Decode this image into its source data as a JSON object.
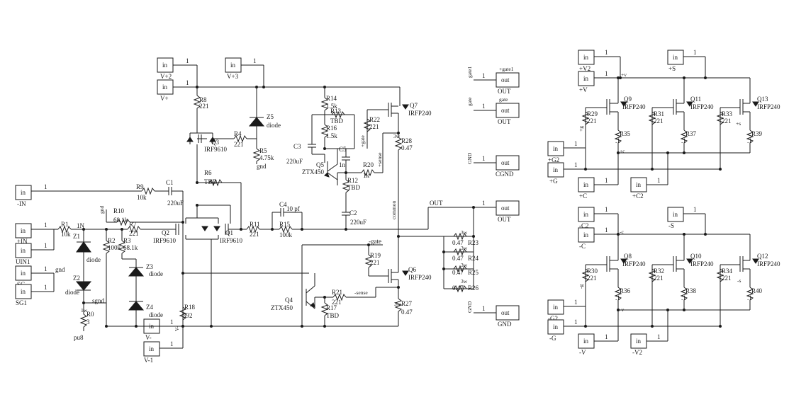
{
  "ports": [
    {
      "id": "p-vplus2",
      "inner": "in",
      "pin": "1",
      "label": "V+2"
    },
    {
      "id": "p-vplus",
      "inner": "in",
      "pin": "1",
      "label": "V+"
    },
    {
      "id": "p-vplus3",
      "inner": "in",
      "pin": "1",
      "label": "V+3"
    },
    {
      "id": "p-minus-in",
      "inner": "in",
      "pin": "1",
      "label": "-IN"
    },
    {
      "id": "p-plus-in",
      "inner": "in",
      "pin": "1",
      "label": "+IN"
    },
    {
      "id": "p-uin1",
      "inner": "in",
      "pin": "1",
      "label": "UIN1"
    },
    {
      "id": "p-sg",
      "inner": "in",
      "pin": "1",
      "label": "SG"
    },
    {
      "id": "p-sg1",
      "inner": "in",
      "pin": "1",
      "label": "SG1"
    },
    {
      "id": "p-vminus",
      "inner": "in",
      "pin": "1",
      "label": "V-"
    },
    {
      "id": "p-vminus1",
      "inner": "in",
      "pin": "1",
      "label": "V-1"
    },
    {
      "id": "p-gate1",
      "inner": "out",
      "pin": "1",
      "label": "OUT"
    },
    {
      "id": "p-gate",
      "inner": "out",
      "pin": "1",
      "label": "OUT"
    },
    {
      "id": "p-cgnd",
      "inner": "out",
      "pin": "1",
      "label": "CGND"
    },
    {
      "id": "p-out",
      "inner": "out",
      "pin": "1",
      "label": "OUT"
    },
    {
      "id": "p-gnd",
      "inner": "out",
      "pin": "1",
      "label": "GND"
    },
    {
      "id": "p-r-v2",
      "inner": "in",
      "pin": "1",
      "label": "+V2"
    },
    {
      "id": "p-r-v",
      "inner": "in",
      "pin": "1",
      "label": "+V"
    },
    {
      "id": "p-r-s",
      "inner": "in",
      "pin": "1",
      "label": "+S"
    },
    {
      "id": "p-r-g2",
      "inner": "in",
      "pin": "1",
      "label": "+G2"
    },
    {
      "id": "p-r-g",
      "inner": "in",
      "pin": "1",
      "label": "+G"
    },
    {
      "id": "p-r-c",
      "inner": "in",
      "pin": "1",
      "label": "+C"
    },
    {
      "id": "p-r-c2",
      "inner": "in",
      "pin": "1",
      "label": "+C2"
    },
    {
      "id": "p-r-mc2",
      "inner": "in",
      "pin": "1",
      "label": "-C2"
    },
    {
      "id": "p-r-mc",
      "inner": "in",
      "pin": "1",
      "label": "-C"
    },
    {
      "id": "p-r-ms",
      "inner": "in",
      "pin": "1",
      "label": "-S"
    },
    {
      "id": "p-r-mg2",
      "inner": "in",
      "pin": "1",
      "label": "-G2"
    },
    {
      "id": "p-r-mg",
      "inner": "in",
      "pin": "1",
      "label": "-G"
    },
    {
      "id": "p-r-mv",
      "inner": "in",
      "pin": "1",
      "label": "-V"
    },
    {
      "id": "p-r-mv2",
      "inner": "in",
      "pin": "1",
      "label": "-V2"
    }
  ],
  "labels": [
    {
      "id": "l-r8",
      "text": "R8"
    },
    {
      "id": "l-r8v",
      "text": "221"
    },
    {
      "id": "l-q3",
      "text": "Q3"
    },
    {
      "id": "l-q3t",
      "text": "IRF9610"
    },
    {
      "id": "l-r4",
      "text": "R4"
    },
    {
      "id": "l-r4v",
      "text": "221"
    },
    {
      "id": "l-z5",
      "text": "Z5"
    },
    {
      "id": "l-z5t",
      "text": "diode"
    },
    {
      "id": "l-r5",
      "text": "R5"
    },
    {
      "id": "l-r5v",
      "text": "4.75k"
    },
    {
      "id": "l-gnd1",
      "text": "gnd"
    },
    {
      "id": "l-r6",
      "text": "R6"
    },
    {
      "id": "l-r6v",
      "text": "TBD"
    },
    {
      "id": "l-r9",
      "text": "R9"
    },
    {
      "id": "l-r9v",
      "text": "10k"
    },
    {
      "id": "l-c1",
      "text": "C1"
    },
    {
      "id": "l-c1v",
      "text": "220uF"
    },
    {
      "id": "l-gnd2",
      "text": "gnd"
    },
    {
      "id": "l-r10",
      "text": "R10"
    },
    {
      "id": "l-r10v",
      "text": "68.1k"
    },
    {
      "id": "l-r1",
      "text": "R1"
    },
    {
      "id": "l-r1v",
      "text": "10k"
    },
    {
      "id": "l-1n",
      "text": "1N"
    },
    {
      "id": "l-r7",
      "text": "R7"
    },
    {
      "id": "l-r7v",
      "text": "221"
    },
    {
      "id": "l-q2",
      "text": "Q2"
    },
    {
      "id": "l-q2t",
      "text": "IRF9610"
    },
    {
      "id": "l-q1",
      "text": "Q1"
    },
    {
      "id": "l-q1t",
      "text": "IRF9610"
    },
    {
      "id": "l-r11",
      "text": "R11"
    },
    {
      "id": "l-r11v",
      "text": "221"
    },
    {
      "id": "l-c4",
      "text": "C4"
    },
    {
      "id": "l-c4v",
      "text": "10 pf"
    },
    {
      "id": "l-r15",
      "text": "R15"
    },
    {
      "id": "l-r15v",
      "text": "100k"
    },
    {
      "id": "l-z1",
      "text": "Z1"
    },
    {
      "id": "l-z1t",
      "text": "diode"
    },
    {
      "id": "l-z2",
      "text": "Z2"
    },
    {
      "id": "l-z2t",
      "text": "diode"
    },
    {
      "id": "l-r2",
      "text": "R2"
    },
    {
      "id": "l-r2v",
      "text": "100k"
    },
    {
      "id": "l-r3",
      "text": "R3"
    },
    {
      "id": "l-r3v",
      "text": "68.1k"
    },
    {
      "id": "l-z3",
      "text": "Z3"
    },
    {
      "id": "l-z3t",
      "text": "diode"
    },
    {
      "id": "l-z4",
      "text": "Z4"
    },
    {
      "id": "l-z4t",
      "text": "diode"
    },
    {
      "id": "l-gnd3",
      "text": "gnd"
    },
    {
      "id": "l-sgnd",
      "text": "sgnd"
    },
    {
      "id": "l-r0",
      "text": "R0"
    },
    {
      "id": "l-r0v",
      "text": "3"
    },
    {
      "id": "l-pu8",
      "text": "pu8"
    },
    {
      "id": "l-1w0",
      "text": "1w"
    },
    {
      "id": "l-r18",
      "text": "R18"
    },
    {
      "id": "l-r18v",
      "text": "392"
    },
    {
      "id": "l-vm",
      "text": "V-"
    },
    {
      "id": "l-r14",
      "text": "R14"
    },
    {
      "id": "l-r14v",
      "text": "1.5k"
    },
    {
      "id": "l-r13",
      "text": "R13"
    },
    {
      "id": "l-r13v",
      "text": "TBD"
    },
    {
      "id": "l-r16",
      "text": "R16"
    },
    {
      "id": "l-r16v",
      "text": "1.5k"
    },
    {
      "id": "l-c3",
      "text": "C3"
    },
    {
      "id": "l-c3v",
      "text": "220uF"
    },
    {
      "id": "l-c5",
      "text": "C5"
    },
    {
      "id": "l-q5",
      "text": "Q5"
    },
    {
      "id": "l-q5t",
      "text": "ZTX450"
    },
    {
      "id": "l-1n2",
      "text": "1n"
    },
    {
      "id": "l-r20",
      "text": "R20"
    },
    {
      "id": "l-r20v",
      "text": "1k"
    },
    {
      "id": "l-r12",
      "text": "R12"
    },
    {
      "id": "l-r12v",
      "text": "TBD"
    },
    {
      "id": "l-r22",
      "text": "R22"
    },
    {
      "id": "l-r22v",
      "text": "221"
    },
    {
      "id": "l-gate",
      "text": "+gate"
    },
    {
      "id": "l-sense",
      "text": "+sense"
    },
    {
      "id": "l-q7",
      "text": "Q7"
    },
    {
      "id": "l-q7t",
      "text": "IRFP240"
    },
    {
      "id": "l-r28",
      "text": "R28"
    },
    {
      "id": "l-r28v",
      "text": "0.47"
    },
    {
      "id": "l-3w28",
      "text": "3w"
    },
    {
      "id": "l-c2",
      "text": "C2"
    },
    {
      "id": "l-c2v",
      "text": "220uF"
    },
    {
      "id": "l-common",
      "text": "common"
    },
    {
      "id": "l-out",
      "text": "OUT"
    },
    {
      "id": "l-mgate",
      "text": "-gate"
    },
    {
      "id": "l-r19",
      "text": "R19"
    },
    {
      "id": "l-r19v",
      "text": "221"
    },
    {
      "id": "l-q6",
      "text": "Q6"
    },
    {
      "id": "l-q6t",
      "text": "IRFP240"
    },
    {
      "id": "l-q4",
      "text": "Q4"
    },
    {
      "id": "l-q4t",
      "text": "ZTX450"
    },
    {
      "id": "l-r21",
      "text": "R21"
    },
    {
      "id": "l-r21v",
      "text": "221"
    },
    {
      "id": "l-msense",
      "text": "-sense"
    },
    {
      "id": "l-r17",
      "text": "R17"
    },
    {
      "id": "l-r17v",
      "text": "TBD"
    },
    {
      "id": "l-r27",
      "text": "R27"
    },
    {
      "id": "l-r27v",
      "text": "0.47"
    },
    {
      "id": "l-3w27",
      "text": "3w"
    },
    {
      "id": "l-r23",
      "text": "R23"
    },
    {
      "id": "l-r23v",
      "text": "0.47"
    },
    {
      "id": "l-3w23",
      "text": "3w"
    },
    {
      "id": "l-r24",
      "text": "R24"
    },
    {
      "id": "l-r24v",
      "text": "0.47"
    },
    {
      "id": "l-3w24",
      "text": "3w"
    },
    {
      "id": "l-r25",
      "text": "R25"
    },
    {
      "id": "l-r25v",
      "text": "0.47"
    },
    {
      "id": "l-3w25",
      "text": "3w"
    },
    {
      "id": "l-r26",
      "text": "R26"
    },
    {
      "id": "l-r26v",
      "text": "0.47"
    },
    {
      "id": "l-3w26",
      "text": "3w"
    },
    {
      "id": "l-pgate1",
      "text": "+gate1"
    },
    {
      "id": "l-pgate1b",
      "text": "gate1"
    },
    {
      "id": "l-pgate",
      "text": "gate"
    },
    {
      "id": "l-pgateb",
      "text": "gate"
    },
    {
      "id": "l-pgnd",
      "text": "GND"
    },
    {
      "id": "l-pgnd2",
      "text": "GND"
    },
    {
      "id": "l-q9",
      "text": "Q9"
    },
    {
      "id": "l-q9t",
      "text": "IRFP240"
    },
    {
      "id": "l-q11",
      "text": "Q11"
    },
    {
      "id": "l-q11t",
      "text": "IRFP240"
    },
    {
      "id": "l-q13",
      "text": "Q13"
    },
    {
      "id": "l-q13t",
      "text": "IRFP240"
    },
    {
      "id": "l-r29",
      "text": "R29"
    },
    {
      "id": "l-r29v",
      "text": "221"
    },
    {
      "id": "l-r31",
      "text": "R31"
    },
    {
      "id": "l-r31v",
      "text": "221"
    },
    {
      "id": "l-r33",
      "text": "R33"
    },
    {
      "id": "l-r33v",
      "text": "221"
    },
    {
      "id": "l-r35",
      "text": "R35"
    },
    {
      "id": "l-r35v",
      "text": ".1"
    },
    {
      "id": "l-r37",
      "text": "R37"
    },
    {
      "id": "l-r37v",
      "text": ".1"
    },
    {
      "id": "l-r39",
      "text": "R39"
    },
    {
      "id": "l-r39v",
      "text": ".1"
    },
    {
      "id": "l-tv",
      "text": "+v"
    },
    {
      "id": "l-tc",
      "text": "+c"
    },
    {
      "id": "l-tg",
      "text": "+g"
    },
    {
      "id": "l-ts",
      "text": "+s"
    },
    {
      "id": "l-q8",
      "text": "Q8"
    },
    {
      "id": "l-q8t",
      "text": "IRFP240"
    },
    {
      "id": "l-q10",
      "text": "Q10"
    },
    {
      "id": "l-q10t",
      "text": "IRFP240"
    },
    {
      "id": "l-q12",
      "text": "Q12"
    },
    {
      "id": "l-q12t",
      "text": "IRFP240"
    },
    {
      "id": "l-r30",
      "text": "R30"
    },
    {
      "id": "l-r30v",
      "text": "221"
    },
    {
      "id": "l-r32",
      "text": "R32"
    },
    {
      "id": "l-r32v",
      "text": "221"
    },
    {
      "id": "l-r34",
      "text": "R34"
    },
    {
      "id": "l-r34v",
      "text": "221"
    },
    {
      "id": "l-r36",
      "text": "R36"
    },
    {
      "id": "l-r36v",
      "text": ".1"
    },
    {
      "id": "l-r38",
      "text": "R38"
    },
    {
      "id": "l-r38v",
      "text": ".1"
    },
    {
      "id": "l-r40",
      "text": "R40"
    },
    {
      "id": "l-r40v",
      "text": ".1"
    },
    {
      "id": "l-bc",
      "text": "-c"
    },
    {
      "id": "l-bv",
      "text": "-v"
    },
    {
      "id": "l-bg",
      "text": "-g"
    },
    {
      "id": "l-bs",
      "text": "-s"
    }
  ]
}
